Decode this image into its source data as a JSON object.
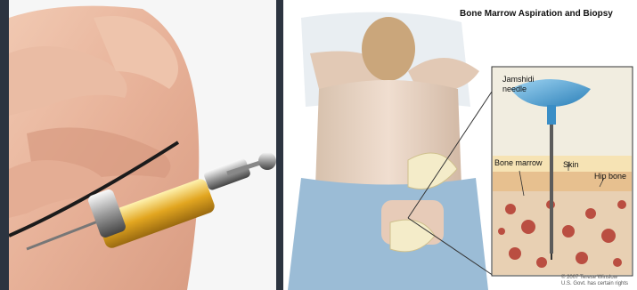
{
  "right_panel": {
    "title": "Bone Marrow Aspiration and Biopsy",
    "labels": {
      "needle": "Jamshidi needle",
      "bone_marrow": "Bone marrow",
      "skin": "Skin",
      "hip_bone": "Hip bone"
    },
    "credit_line1": "© 2007 Terese Winslow",
    "credit_line2": "U.S. Govt. has certain rights"
  }
}
